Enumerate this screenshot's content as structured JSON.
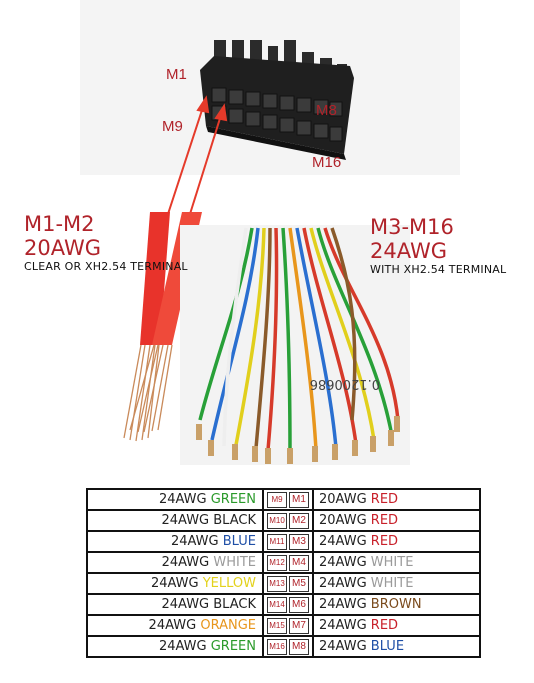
{
  "connector": {
    "labels": {
      "m1": "M1",
      "m9": "M9",
      "m8": "M8",
      "m16": "M16"
    }
  },
  "group_a": {
    "title": "M1-M2",
    "gauge": "20AWG",
    "note": "CLEAR OR XH2.54 TERMINAL"
  },
  "group_b": {
    "title": "M3-M16",
    "gauge": "24AWG",
    "note": "WITH XH2.54 TERMINAL"
  },
  "photo_text": "0.1200686",
  "colors": {
    "red": "#c8202a",
    "green": "#2a9a2a",
    "blue": "#1f4fa6",
    "white": "#9a9a9a",
    "yellow": "#e3d21c",
    "orange": "#e8961c",
    "brown": "#7a4a1c",
    "black": "#222222",
    "pin_red": "#b0232a"
  },
  "pinout": [
    {
      "left_gauge": "24AWG",
      "left_color_name": "GREEN",
      "left_color": "green",
      "left_pin": "M9",
      "right_pin": "M1",
      "right_gauge": "20AWG",
      "right_color_name": "RED",
      "right_color": "red"
    },
    {
      "left_gauge": "24AWG",
      "left_color_name": "BLACK",
      "left_color": "black",
      "left_pin": "M10",
      "right_pin": "M2",
      "right_gauge": "20AWG",
      "right_color_name": "RED",
      "right_color": "red"
    },
    {
      "left_gauge": "24AWG",
      "left_color_name": "BLUE",
      "left_color": "blue",
      "left_pin": "M11",
      "right_pin": "M3",
      "right_gauge": "24AWG",
      "right_color_name": "RED",
      "right_color": "red"
    },
    {
      "left_gauge": "24AWG",
      "left_color_name": "WHITE",
      "left_color": "white",
      "left_pin": "M12",
      "right_pin": "M4",
      "right_gauge": "24AWG",
      "right_color_name": "WHITE",
      "right_color": "white"
    },
    {
      "left_gauge": "24AWG",
      "left_color_name": "YELLOW",
      "left_color": "yellow",
      "left_pin": "M13",
      "right_pin": "M5",
      "right_gauge": "24AWG",
      "right_color_name": "WHITE",
      "right_color": "white"
    },
    {
      "left_gauge": "24AWG",
      "left_color_name": "BLACK",
      "left_color": "black",
      "left_pin": "M14",
      "right_pin": "M6",
      "right_gauge": "24AWG",
      "right_color_name": "BROWN",
      "right_color": "brown"
    },
    {
      "left_gauge": "24AWG",
      "left_color_name": "ORANGE",
      "left_color": "orange",
      "left_pin": "M15",
      "right_pin": "M7",
      "right_gauge": "24AWG",
      "right_color_name": "RED",
      "right_color": "red"
    },
    {
      "left_gauge": "24AWG",
      "left_color_name": "GREEN",
      "left_color": "green",
      "left_pin": "M16",
      "right_pin": "M8",
      "right_gauge": "24AWG",
      "right_color_name": "BLUE",
      "right_color": "blue"
    }
  ]
}
